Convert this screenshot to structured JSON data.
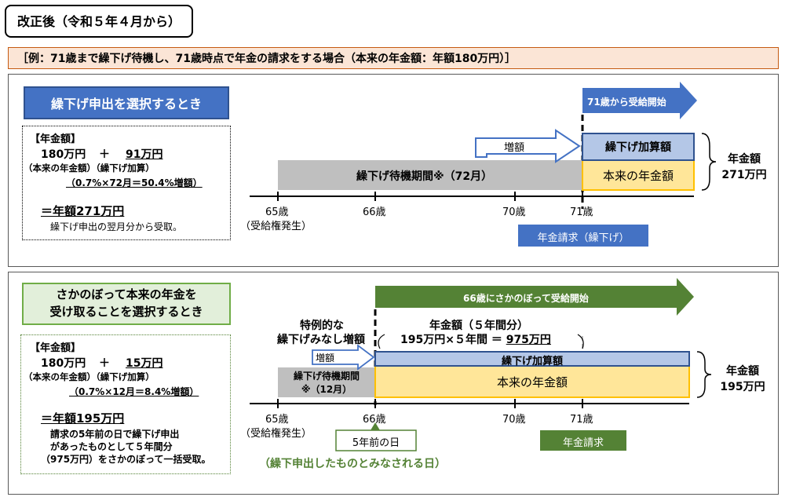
{
  "header": {
    "title": "改正後（令和５年４月から）"
  },
  "example_banner": "［例：71歳まで繰下げ待機し、71歳時点で年金の請求をする場合（本来の年金額：年額180万円）］",
  "colors": {
    "blue_title": "#4472c4",
    "green_title_bg": "#e2efda",
    "green_arrow": "#548235",
    "gray_bar": "#bfbfbf",
    "kurisage_bar": "#b4c7e7",
    "honrai_bar": "#ffe699",
    "orange_border": "#ffc000",
    "green_text": "#548235"
  },
  "section1": {
    "title": "繰下げ申出を選択するとき",
    "box": {
      "heading": "【年金額】",
      "line1_base": "180万円",
      "line1_plus": "＋",
      "line1_add": "91万円",
      "line2": "（本来の年金額）（繰下げ加算）",
      "line3": "（0.7%×72月＝50.4%増額）",
      "total": "＝年額271万円",
      "note": "繰下げ申出の翌月分から受取。"
    },
    "diagram": {
      "arrow_label": "71歳から受給開始",
      "increase_label": "増額",
      "waiting_bar_label": "繰下げ待機期間※（72月）",
      "kurisage_label": "繰下げ加算額",
      "honrai_label": "本来の年金額",
      "total_label_1": "年金額",
      "total_label_2": "271万円",
      "ticks": [
        "65歳",
        "66歳",
        "70歳",
        "71歳"
      ],
      "tick_sub": "（受給権発生）",
      "claim_label": "年金請求（繰下げ）"
    }
  },
  "section2": {
    "title_line1": "さかのぼって本来の年金を",
    "title_line2": "受け取ることを選択するとき",
    "box": {
      "heading": "【年金額】",
      "line1_base": "180万円",
      "line1_plus": "＋",
      "line1_add": "15万円",
      "line2": "（本来の年金額）（繰下げ加算）",
      "line3": "（0.7%×12月＝8.4%増額）",
      "total": "＝年額195万円",
      "note1": "請求の5年前の日で繰下げ申出",
      "note2": "があったものとして５年間分",
      "note3": "（975万円）をさかのぼって一括受取。"
    },
    "diagram": {
      "arrow_label": "66歳にさかのぼって受給開始",
      "special_line1": "特例的な",
      "special_line2": "繰下げみなし増額",
      "five_year_1": "年金額（５年間分）",
      "five_year_2_prefix": "195万円×５年間 ＝ ",
      "five_year_2_value": "975万円",
      "increase_label": "増額",
      "waiting_line1": "繰下げ待機期間",
      "waiting_line2": "※（12月）",
      "kurisage_label": "繰下げ加算額",
      "honrai_label": "本来の年金額",
      "total_label_1": "年金額",
      "total_label_2": "195万円",
      "ticks": [
        "65歳",
        "66歳",
        "70歳",
        "71歳"
      ],
      "tick_sub": "（受給権発生）",
      "five_years_before": "5年前の日",
      "deemed_note": "（繰下申出したものとみなされる日）",
      "claim_label": "年金請求"
    }
  }
}
